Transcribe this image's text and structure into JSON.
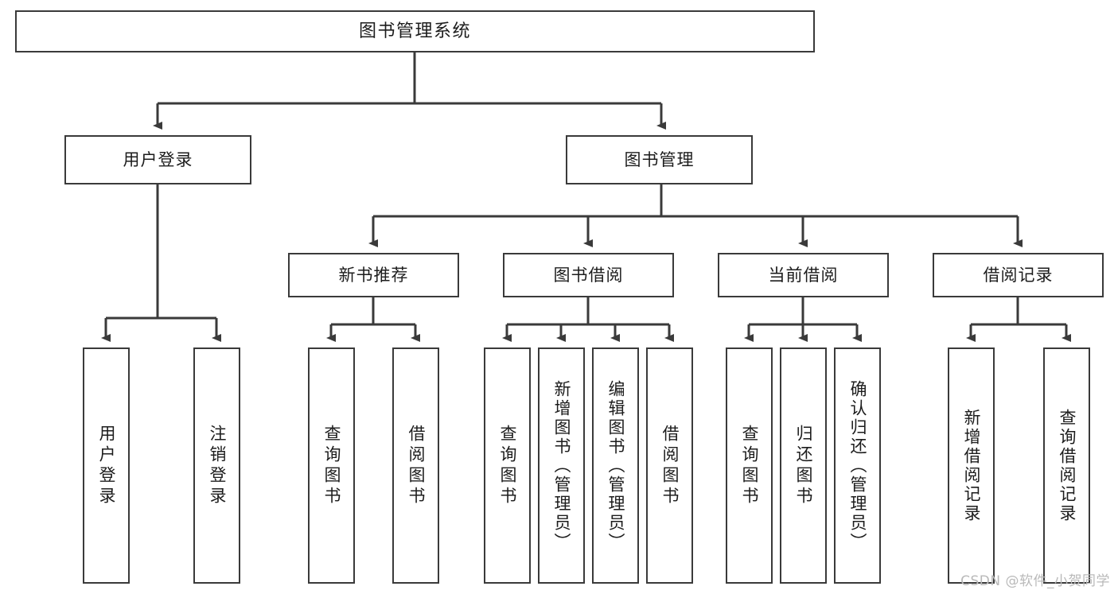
{
  "diagram": {
    "title": "图书管理系统",
    "type": "tree",
    "watermark": "CSDN @软件_小贺同学",
    "colors": {
      "border": "#3a3a3a",
      "background": "#ffffff",
      "text": "#1c1c1c",
      "watermark": "#b9b9b9"
    },
    "root": {
      "label": "图书管理系统"
    },
    "level2": [
      {
        "label": "用户登录"
      },
      {
        "label": "图书管理"
      }
    ],
    "level3": [
      {
        "label": "新书推荐"
      },
      {
        "label": "图书借阅"
      },
      {
        "label": "当前借阅"
      },
      {
        "label": "借阅记录"
      }
    ],
    "leaves": {
      "user_login": [
        {
          "label": "用户登录"
        },
        {
          "label": "注销登录"
        }
      ],
      "new_book_recommend": [
        {
          "label": "查询图书"
        },
        {
          "label": "借阅图书"
        }
      ],
      "book_borrow": [
        {
          "label": "查询图书"
        },
        {
          "label": "新增图书（管理员）"
        },
        {
          "label": "编辑图书（管理员）"
        },
        {
          "label": "借阅图书"
        }
      ],
      "current_borrow": [
        {
          "label": "查询图书"
        },
        {
          "label": "归还图书"
        },
        {
          "label": "确认归还（管理员）"
        }
      ],
      "borrow_records": [
        {
          "label": "新增借阅记录"
        },
        {
          "label": "查询借阅记录"
        }
      ]
    }
  }
}
